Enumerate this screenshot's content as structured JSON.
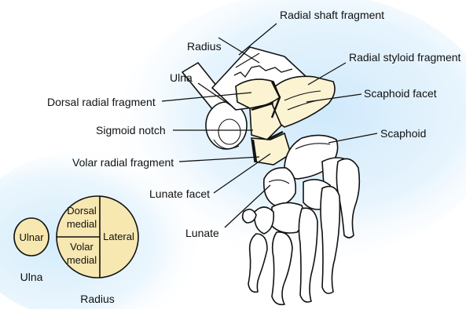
{
  "colors": {
    "background_glow": "#cfe9fb",
    "fragment_fill": "#f7e7b0",
    "line": "#111111"
  },
  "labels": {
    "radial_shaft_fragment": "Radial shaft fragment",
    "radius": "Radius",
    "radial_styloid_fragment": "Radial styloid fragment",
    "ulna": "Ulna",
    "dorsal_radial_fragment": "Dorsal radial fragment",
    "scaphoid_facet": "Scaphoid facet",
    "sigmoid_notch": "Sigmoid notch",
    "scaphoid": "Scaphoid",
    "volar_radial_fragment": "Volar radial fragment",
    "lunate_facet": "Lunate facet",
    "lunate": "Lunate"
  },
  "legend": {
    "ulnar_circle": "Ulnar",
    "ulna_caption": "Ulna",
    "dorsal_medial_line1": "Dorsal",
    "dorsal_medial_line2": "medial",
    "volar_medial_line1": "Volar",
    "volar_medial_line2": "medial",
    "lateral": "Lateral",
    "radius_caption": "Radius"
  }
}
